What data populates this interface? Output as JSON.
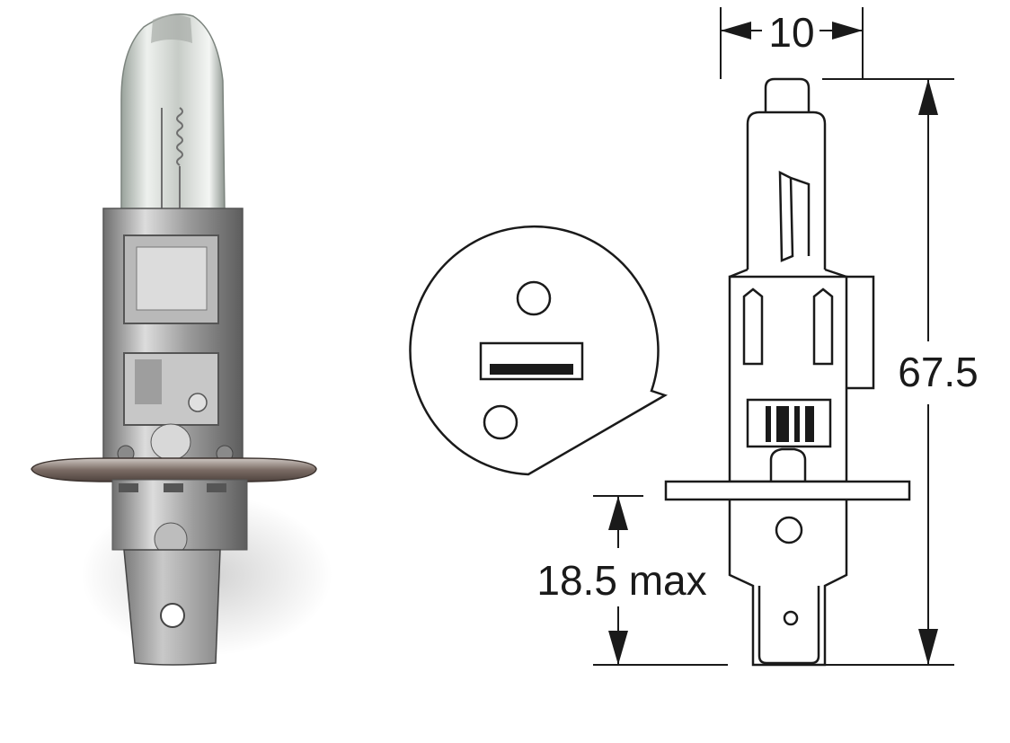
{
  "dimensions": {
    "top_width": "10",
    "overall_height": "67.5",
    "base_height": "18.5 max"
  },
  "colors": {
    "line": "#1a1a1a",
    "background": "#ffffff",
    "metal_dark": "#8a8a8a",
    "metal_light": "#e6e6e6",
    "glass": "#d8dcd6",
    "flange": "#6e5e57"
  }
}
